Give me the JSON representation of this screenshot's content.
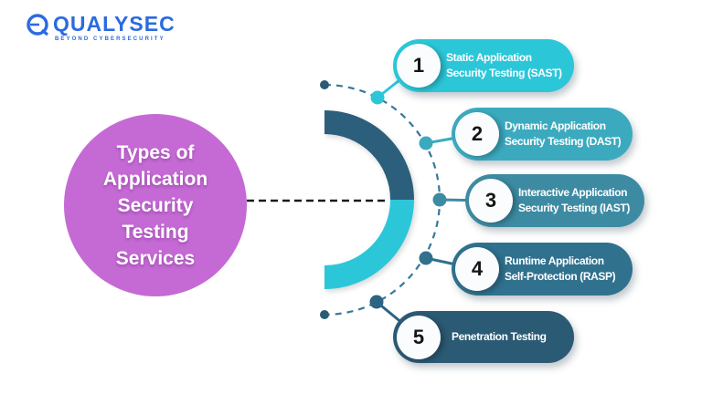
{
  "logo": {
    "name": "QUALYSEC",
    "tagline": "BEYOND CYBERSECURITY",
    "color": "#2b6ae0"
  },
  "center": {
    "bg": "#c56ad5",
    "title_lines": [
      "Types of",
      "Application",
      "Security",
      "Testing",
      "Services"
    ]
  },
  "items": [
    {
      "number": "1",
      "line1": "Static Application",
      "line2": "Security Testing (SAST)",
      "color": "#2bc7d9"
    },
    {
      "number": "2",
      "line1": "Dynamic Application",
      "line2": "Security Testing (DAST)",
      "color": "#3baabf"
    },
    {
      "number": "3",
      "line1": "Interactive Application",
      "line2": "Security Testing (IAST)",
      "color": "#3d8ba3"
    },
    {
      "number": "4",
      "line1": "Runtime Application",
      "line2": "Self-Protection (RASP)",
      "color": "#30718e"
    },
    {
      "number": "5",
      "line1": "Penetration Testing",
      "line2": "",
      "color": "#2b5a74"
    }
  ],
  "diagram": {
    "arc_top_color": "#2b5f7b",
    "arc_bottom_color": "#2bc7d9",
    "dashed_arc_color": "#36789a",
    "end_dot_color": "#2b5a74",
    "center_line_color": "#1a1a1a",
    "node_colors": {
      "n1": "#2bc7d9",
      "n2": "#3baabf",
      "n3": "#3d8ba3",
      "n4": "#30718e",
      "n5": "#2d6383"
    }
  }
}
